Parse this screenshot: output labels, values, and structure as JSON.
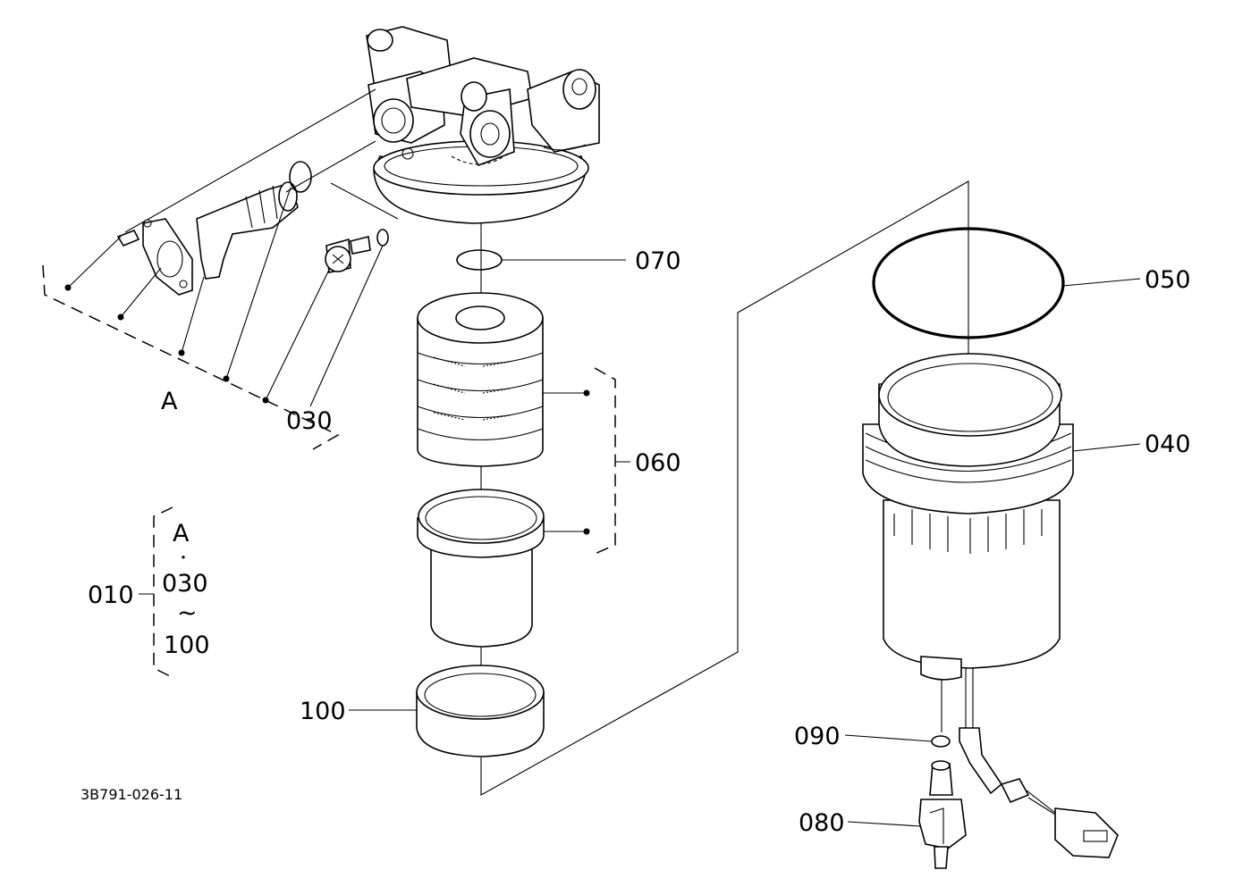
{
  "drawing_code": "3B791-026-11",
  "callouts": {
    "p010": "010",
    "p030": "030",
    "p040": "040",
    "p050": "050",
    "p060": "060",
    "p070": "070",
    "p080": "080",
    "p090": "090",
    "p100": "100",
    "group_a": "A"
  },
  "assembly_note": {
    "line1": "A",
    "line2": "・",
    "line3": "030",
    "line4": "~",
    "line5": "100"
  }
}
